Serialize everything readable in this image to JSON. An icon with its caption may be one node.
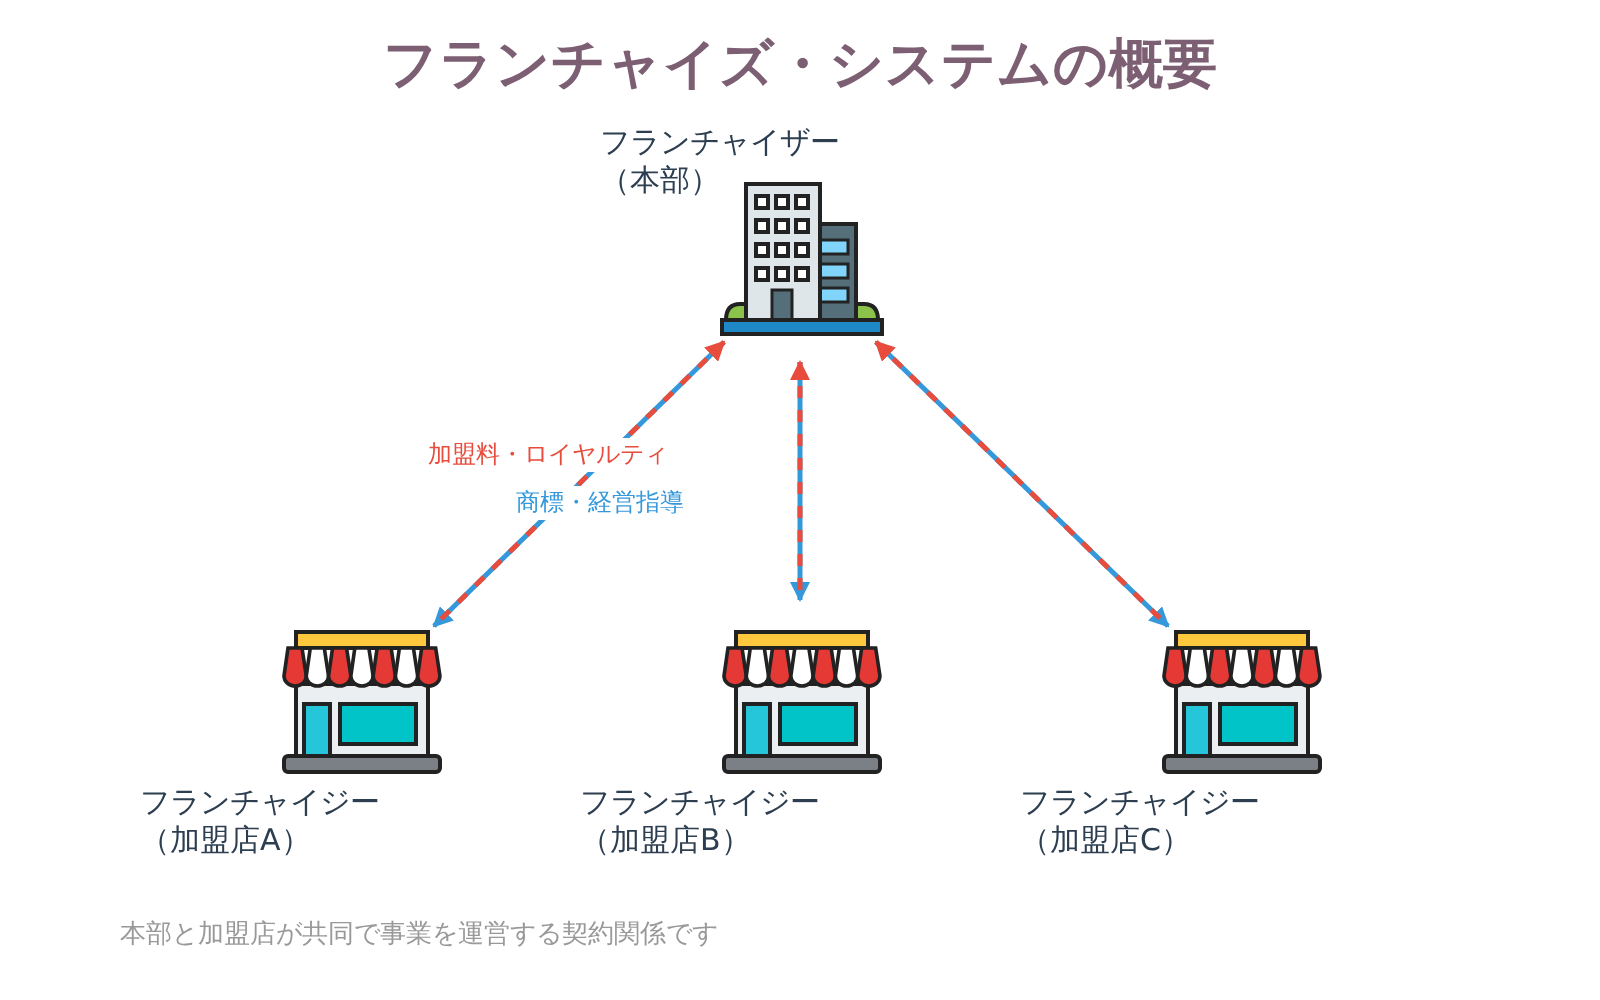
{
  "diagram": {
    "title": "フランチャイズ・システムの概要",
    "caption": "本部と加盟店が共同で事業を運営する契約関係です",
    "nodes": [
      {
        "text": [
          "フランチャイザー（本部）"
        ]
      },
      {
        "text": [
          "フランチャイジー（加盟店A）"
        ]
      },
      {
        "text": [
          "フランチャイジー（加盟店B）"
        ]
      },
      {
        "text": [
          "フランチャイジー（加盟店C）"
        ]
      }
    ],
    "edges": [
      {
        "from": 0,
        "to": 1,
        "arrow": "both"
      },
      {
        "from": 0,
        "to": 2,
        "arrow": "both"
      },
      {
        "from": 0,
        "to": 3,
        "arrow": "both"
      }
    ],
    "labels": [
      "加盟料・ロイヤルティ",
      "商標・経営指導"
    ]
  }
}
